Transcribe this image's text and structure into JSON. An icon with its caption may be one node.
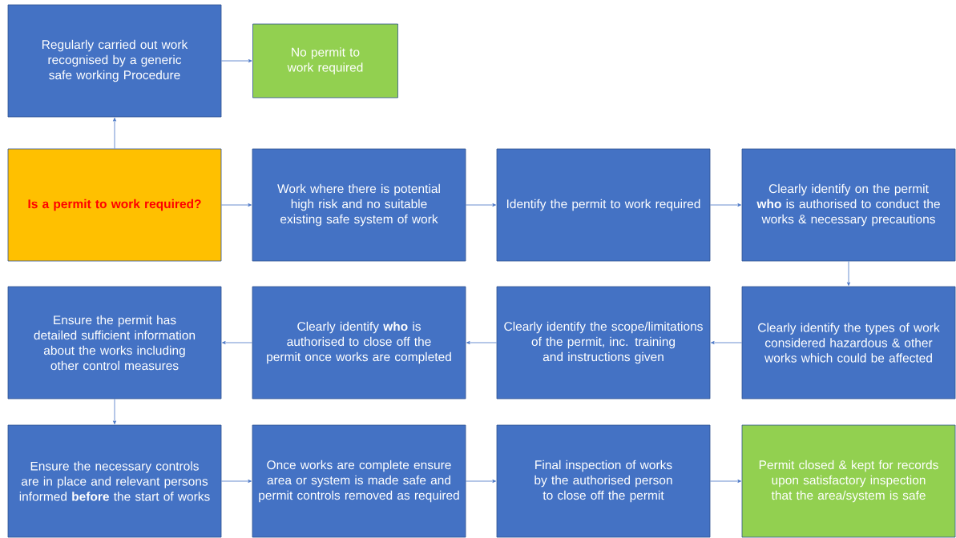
{
  "diagram": {
    "nodes": [
      {
        "text": [
          "Regularly carried out work recognised by a generic safe working Procedure"
        ]
      },
      {
        "text": [
          "No permit to work required"
        ]
      },
      {
        "text": [
          "Is a permit to work required?"
        ]
      },
      {
        "text": [
          "Work where there is potential high risk and no suitable existing safe system of work"
        ]
      },
      {
        "text": [
          "Identify the permit to work required"
        ]
      },
      {
        "text": [
          "Clearly identify on the permit **who** is authorised to conduct the works & necessary precautions"
        ]
      },
      {
        "text": [
          "Clearly identify the types of work considered hazardous & other works which could be affected"
        ]
      },
      {
        "text": [
          "Clearly identify the scope/limitations of the permit, inc. training and instructions given"
        ]
      },
      {
        "text": [
          "Clearly identify **who** is authorised to close off the permit once works are completed"
        ]
      },
      {
        "text": [
          "Ensure the permit has detailed sufficient information about the works including other control measures"
        ]
      },
      {
        "text": [
          "Ensure the necessary controls are in place and relevant persons informed **before** the start of works"
        ]
      },
      {
        "text": [
          "Once works are complete ensure area or system is made safe and permit controls removed as required"
        ]
      },
      {
        "text": [
          "Final inspection of works by the authorised person to close off the permit"
        ]
      },
      {
        "text": [
          "Permit closed & kept for records upon satisfactory inspection that the area/system is safe"
        ]
      }
    ],
    "edges": [
      {
        "from": 2,
        "to": 0,
        "arrow": "to"
      },
      {
        "from": 0,
        "to": 1,
        "arrow": "to"
      },
      {
        "from": 2,
        "to": 3,
        "arrow": "to"
      },
      {
        "from": 3,
        "to": 4,
        "arrow": "to"
      },
      {
        "from": 4,
        "to": 5,
        "arrow": "to"
      },
      {
        "from": 5,
        "to": 6,
        "arrow": "to"
      },
      {
        "from": 6,
        "to": 7,
        "arrow": "to"
      },
      {
        "from": 7,
        "to": 8,
        "arrow": "to"
      },
      {
        "from": 8,
        "to": 9,
        "arrow": "to"
      },
      {
        "from": 9,
        "to": 10,
        "arrow": "to"
      },
      {
        "from": 10,
        "to": 11,
        "arrow": "to"
      },
      {
        "from": 11,
        "to": 12,
        "arrow": "to"
      },
      {
        "from": 12,
        "to": 13,
        "arrow": "to"
      }
    ]
  }
}
